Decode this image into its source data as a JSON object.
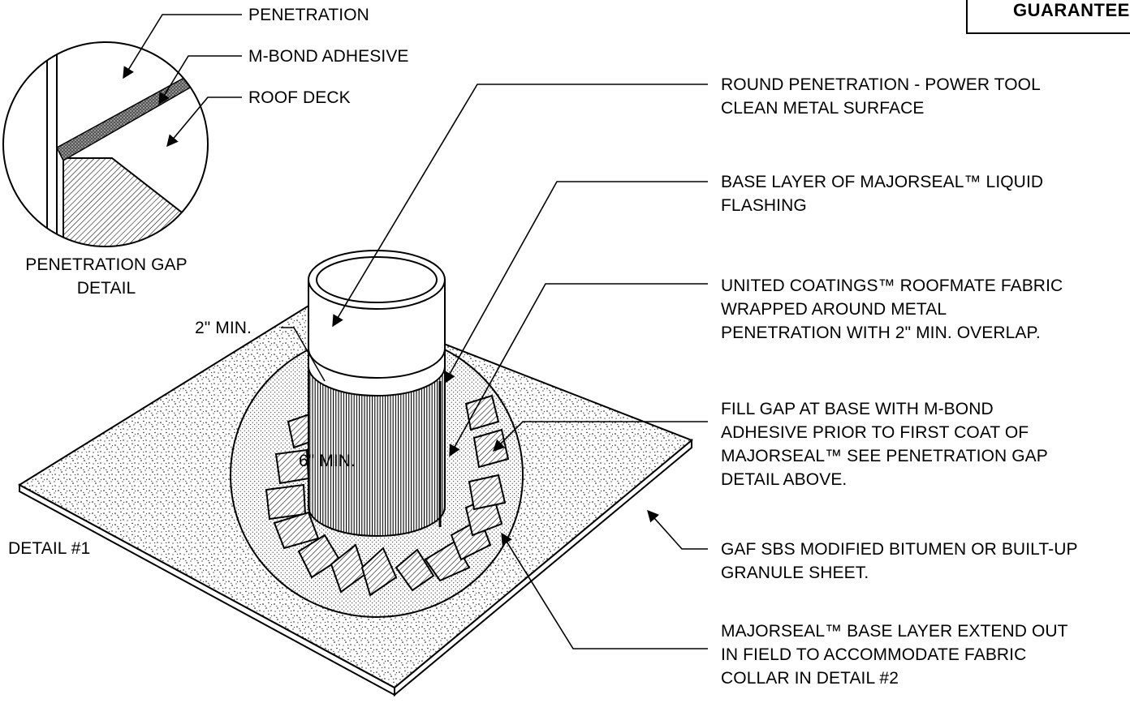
{
  "stamp": {
    "text": "GUARANTEE"
  },
  "gap_detail": {
    "callouts": [
      "PENETRATION",
      "M-BOND ADHESIVE",
      "ROOF DECK"
    ],
    "caption_line1": "PENETRATION GAP",
    "caption_line2": "DETAIL"
  },
  "detail_label": "DETAIL #1",
  "dimensions": {
    "overlap_min": "2\" MIN.",
    "collar_min": "6\" MIN."
  },
  "callouts": [
    {
      "lines": [
        "ROUND PENETRATION - POWER TOOL",
        "CLEAN METAL SURFACE"
      ]
    },
    {
      "lines": [
        "BASE LAYER OF MAJORSEAL™ LIQUID",
        "FLASHING"
      ]
    },
    {
      "lines": [
        "UNITED COATINGS™ ROOFMATE FABRIC",
        "WRAPPED AROUND METAL",
        "PENETRATION WITH 2\" MIN. OVERLAP."
      ]
    },
    {
      "lines": [
        "FILL GAP AT BASE WITH M-BOND",
        "ADHESIVE PRIOR TO FIRST COAT OF",
        "MAJORSEAL™ SEE PENETRATION GAP",
        "DETAIL ABOVE."
      ]
    },
    {
      "lines": [
        "GAF SBS MODIFIED BITUMEN OR BUILT-UP",
        "GRANULE SHEET."
      ]
    },
    {
      "lines": [
        "MAJORSEAL™ BASE LAYER EXTEND OUT",
        "IN FIELD TO ACCOMMODATE FABRIC",
        "COLLAR IN DETAIL #2"
      ]
    }
  ]
}
